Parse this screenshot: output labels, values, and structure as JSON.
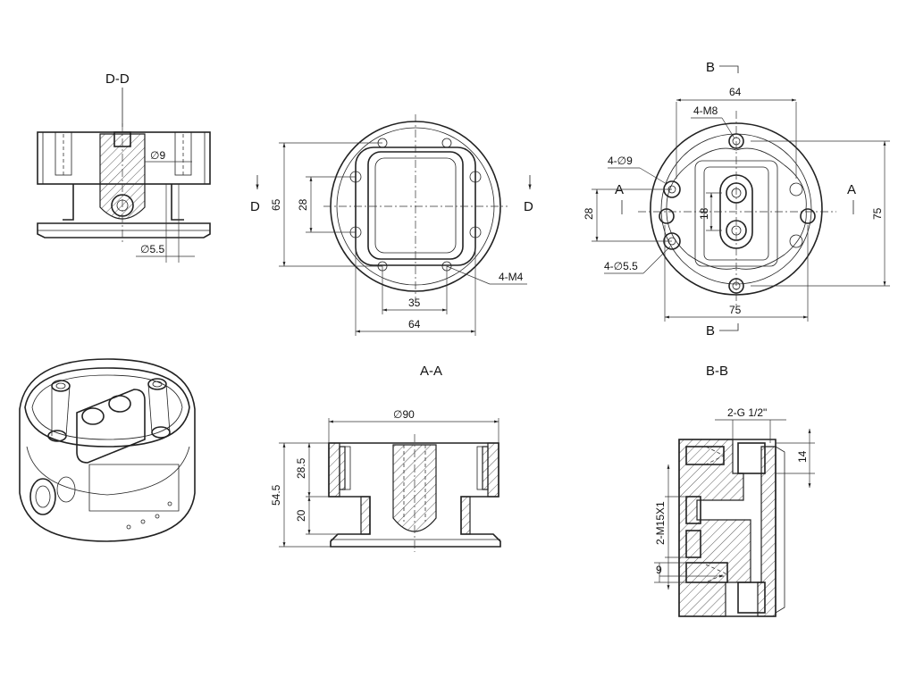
{
  "views": {
    "dd": {
      "title": "D-D",
      "dim_dia9": "∅9",
      "dim_dia55": "∅5.5"
    },
    "front": {
      "marker_left": "D",
      "marker_right": "D",
      "dim_65": "65",
      "dim_28": "28",
      "dim_35": "35",
      "dim_64": "64",
      "callout_m4": "4-M4"
    },
    "top_right": {
      "marker_top": "B",
      "marker_bottom": "B",
      "marker_left": "A",
      "marker_right": "A",
      "dim_64": "64",
      "callout_m8": "4-M8",
      "callout_dia9": "4-∅9",
      "callout_dia55": "4-∅5.5",
      "dim_28": "28",
      "dim_18": "18",
      "dim_75_vertical": "75",
      "dim_75_horizontal": "75"
    },
    "aa": {
      "title": "A-A",
      "dim_dia90": "∅90",
      "dim_545": "54.5",
      "dim_285": "28.5",
      "dim_20": "20"
    },
    "bb": {
      "title": "B-B",
      "callout_g": "2-G 1/2\"",
      "callout_m15": "2-M15X1",
      "dim_14": "14",
      "dim_9": "9"
    }
  }
}
